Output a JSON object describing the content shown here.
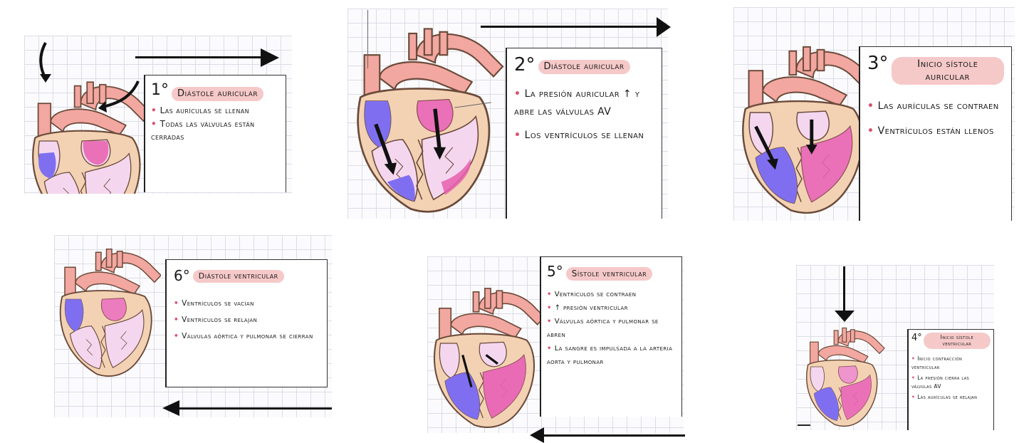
{
  "colors": {
    "aorta": "#f2a7a0",
    "outline": "#6b4a3a",
    "wall": "#f3d2b4",
    "chamber_light": "#f4d7ef",
    "blue": "#7f6ff0",
    "pink": "#e85fae",
    "highlight": "#f6c9c9",
    "bullet": "#d9536b"
  },
  "steps": [
    {
      "num": "1°",
      "title": "Diástole auricular",
      "items": [
        "Las aurículas se llenan",
        "Todas las válvulas están cerradas"
      ]
    },
    {
      "num": "2°",
      "title": "Diástole auricular",
      "items": [
        "La presión auricular ↑ y abre las válvulas AV",
        "Los ventrículos se llenan"
      ]
    },
    {
      "num": "3°",
      "title": "Inicio sístole auricular",
      "items": [
        "Las aurículas se contraen",
        "Ventrículos están llenos"
      ]
    },
    {
      "num": "4°",
      "title": "Inicio sístole ventricular",
      "items": [
        "Inicio contracción ventricular",
        "La presión cierra las válvulas AV",
        "Las aurículas se relajan"
      ]
    },
    {
      "num": "5°",
      "title": "Sístole ventricular",
      "items": [
        "Ventrículos se contraen",
        "↑ presión ventricular",
        "Válvulas aórtica y pulmonar se abren",
        "La sangre es impulsada a la arteria aorta y pulmonar"
      ]
    },
    {
      "num": "6°",
      "title": "Diástole ventricular",
      "items": [
        "Ventrículos se vacían",
        "Ventrículos se relajan",
        "Válvulas aórtica y pulmonar se cierran"
      ]
    }
  ]
}
